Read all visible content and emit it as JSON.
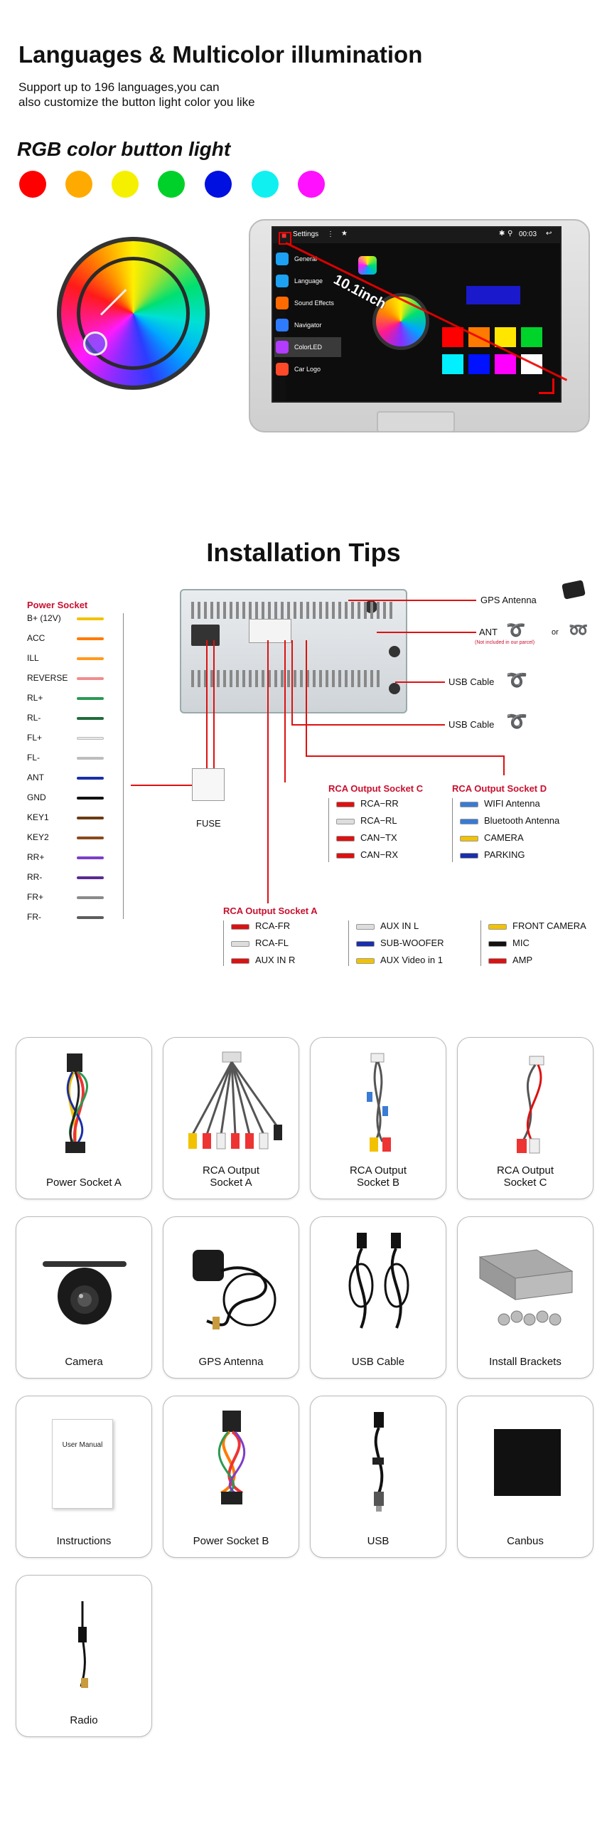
{
  "header": {
    "title": "Languages & Multicolor illumination",
    "subtitle_line1": "Support up to 196 languages,you can",
    "subtitle_line2": "also customize the button light color you like"
  },
  "rgb": {
    "title": "RGB color button light",
    "colors": [
      "#ff0000",
      "#ffaa00",
      "#f5f000",
      "#00d02a",
      "#0010e0",
      "#10f0f0",
      "#ff10ff"
    ]
  },
  "device": {
    "app_title": "Settings",
    "time": "00:03",
    "size_label": "10.1inch",
    "menu": [
      {
        "label": "General",
        "color": "#1da1f2"
      },
      {
        "label": "Language",
        "color": "#1da1f2"
      },
      {
        "label": "Sound Effects",
        "color": "#ff6a00"
      },
      {
        "label": "Navigator",
        "color": "#2e7bff"
      },
      {
        "label": "ColorLED",
        "color": "#b23cff"
      },
      {
        "label": "Car Logo",
        "color": "#ff4a2a"
      }
    ],
    "palette": [
      "#ff0000",
      "#ff7a00",
      "#ffe600",
      "#00d32a",
      "#00f0ff",
      "#0012ff",
      "#ff00ff",
      "#ffffff"
    ]
  },
  "install": {
    "title": "Installation Tips",
    "power_socket_title": "Power Socket",
    "power_socket": [
      {
        "label": "B+ (12V)",
        "color": "#f2c200"
      },
      {
        "label": "ACC",
        "color": "#ff7b00"
      },
      {
        "label": "ILL",
        "color": "#ff9a1f"
      },
      {
        "label": "REVERSE",
        "color": "#f08c8c"
      },
      {
        "label": "RL+",
        "color": "#2b9a52"
      },
      {
        "label": "RL-",
        "color": "#1f6b3a"
      },
      {
        "label": "FL+",
        "color": "#e8e8e8"
      },
      {
        "label": "FL-",
        "color": "#bdbdbd"
      },
      {
        "label": "ANT",
        "color": "#1a2fa8"
      },
      {
        "label": "GND",
        "color": "#111111"
      },
      {
        "label": "KEY1",
        "color": "#6b3a14"
      },
      {
        "label": "KEY2",
        "color": "#8a4a1a"
      },
      {
        "label": "RR+",
        "color": "#7d3ec8"
      },
      {
        "label": "RR-",
        "color": "#5a2a90"
      },
      {
        "label": "FR+",
        "color": "#8a8a8a"
      },
      {
        "label": "FR-",
        "color": "#5d5d5d"
      }
    ],
    "fuse_label": "FUSE",
    "gps_label": "GPS Antenna",
    "ant_label": "ANT",
    "ant_note": "(Not included in our parcel)",
    "or_label": "or",
    "usb1_label": "USB  Cable",
    "usb2_label": "USB  Cable",
    "rca_c": {
      "title": "RCA Output Socket C",
      "items": [
        "RCA−RR",
        "RCA−RL",
        "CAN−TX",
        "CAN−RX"
      ],
      "colors": [
        "#d11",
        "#ddd",
        "#d11",
        "#d11"
      ]
    },
    "rca_d": {
      "title": "RCA Output Socket D",
      "items": [
        "WIFI Antenna",
        "Bluetooth Antenna",
        "CAMERA",
        "PARKING"
      ],
      "colors": [
        "#3a7bd5",
        "#3a7bd5",
        "#f2c200",
        "#1a2fa8"
      ]
    },
    "rca_a": {
      "title": "RCA Output Socket A",
      "col1": [
        "RCA-FR",
        "RCA-FL",
        "AUX IN R"
      ],
      "col1_colors": [
        "#d11",
        "#ddd",
        "#d11"
      ],
      "col2": [
        "AUX IN L",
        "SUB-WOOFER",
        "AUX Video in 1"
      ],
      "col2_colors": [
        "#ddd",
        "#1a2fa8",
        "#f2c200"
      ],
      "col3": [
        "FRONT CAMERA",
        "MIC",
        "AMP"
      ],
      "col3_colors": [
        "#f2c200",
        "#111",
        "#d11"
      ]
    }
  },
  "accessories": [
    {
      "label": "Power Socket A",
      "art": "harness"
    },
    {
      "label": "RCA Output\nSocket A",
      "art": "rca"
    },
    {
      "label": "RCA Output\nSocket B",
      "art": "rcab"
    },
    {
      "label": "RCA Output\nSocket C",
      "art": "rcac"
    },
    {
      "label": "Camera",
      "art": "camera"
    },
    {
      "label": "GPS Antenna",
      "art": "gps"
    },
    {
      "label": "USB Cable",
      "art": "usb2"
    },
    {
      "label": "Install Brackets",
      "art": "brackets"
    },
    {
      "label": "Instructions",
      "art": "manual",
      "manual_title": "User Manual"
    },
    {
      "label": "Power Socket B",
      "art": "harness2"
    },
    {
      "label": "USB",
      "art": "usb"
    },
    {
      "label": "Canbus",
      "art": "canbus"
    },
    {
      "label": "Radio",
      "art": "radio"
    }
  ]
}
